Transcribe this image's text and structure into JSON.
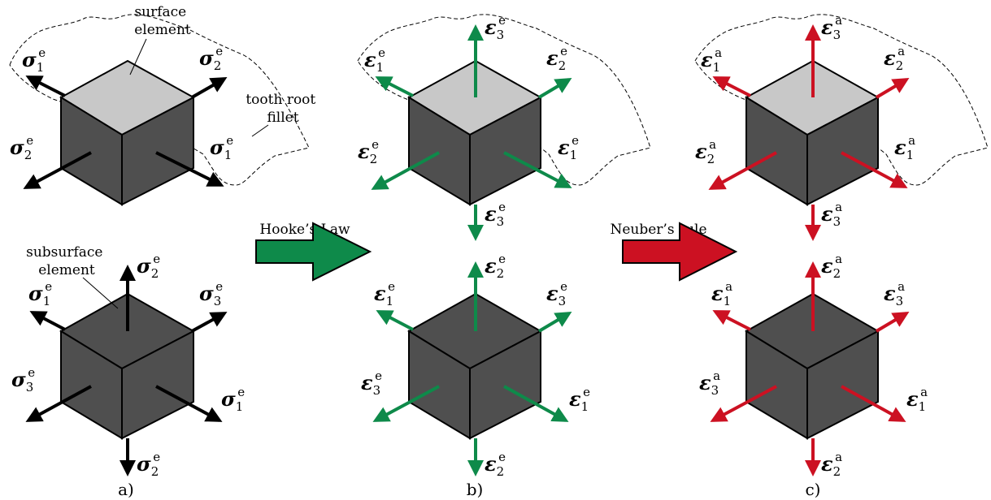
{
  "colors": {
    "cube_front": "#4f4f4f",
    "cube_top": "#c8c8c8",
    "black": "#000000",
    "green": "#0e8a4a",
    "red": "#cc1122",
    "arrow_green_fill": "#0e8a4a",
    "arrow_red_fill": "#cc1122"
  },
  "labels": {
    "surface_element": [
      "surface",
      "element"
    ],
    "tooth_root_fillet": [
      "tooth root",
      "fillet"
    ],
    "subsurface_element": [
      "subsurface",
      "element"
    ],
    "hookes_law": "Hooke’s Law",
    "neubers_rule": "Neuber’s rule"
  },
  "captions": [
    "a)",
    "b)",
    "c)"
  ],
  "symbols": {
    "sigma": "σ",
    "epsilon": "ε",
    "sup_e": "e",
    "sup_a": "a"
  },
  "panel_a": {
    "top": {
      "left_up": "1",
      "right_up": "2",
      "left_down": "2",
      "right_down": "1"
    },
    "bottom": {
      "up": "2",
      "left_up": "1",
      "right_up": "3",
      "left_down": "3",
      "right_down": "1",
      "down": "2"
    }
  },
  "panel_b": {
    "top": {
      "up": "3",
      "left_up": "1",
      "right_up": "2",
      "left_down": "2",
      "right_down": "1",
      "down": "3"
    },
    "bottom": {
      "up": "2",
      "left_up": "1",
      "right_up": "3",
      "left_down": "3",
      "right_down": "1",
      "down": "2"
    }
  },
  "panel_c": {
    "top": {
      "up": "3",
      "left_up": "1",
      "right_up": "2",
      "left_down": "2",
      "right_down": "1",
      "down": "3"
    },
    "bottom": {
      "up": "2",
      "left_up": "1",
      "right_up": "3",
      "left_down": "3",
      "right_down": "1",
      "down": "2"
    }
  }
}
